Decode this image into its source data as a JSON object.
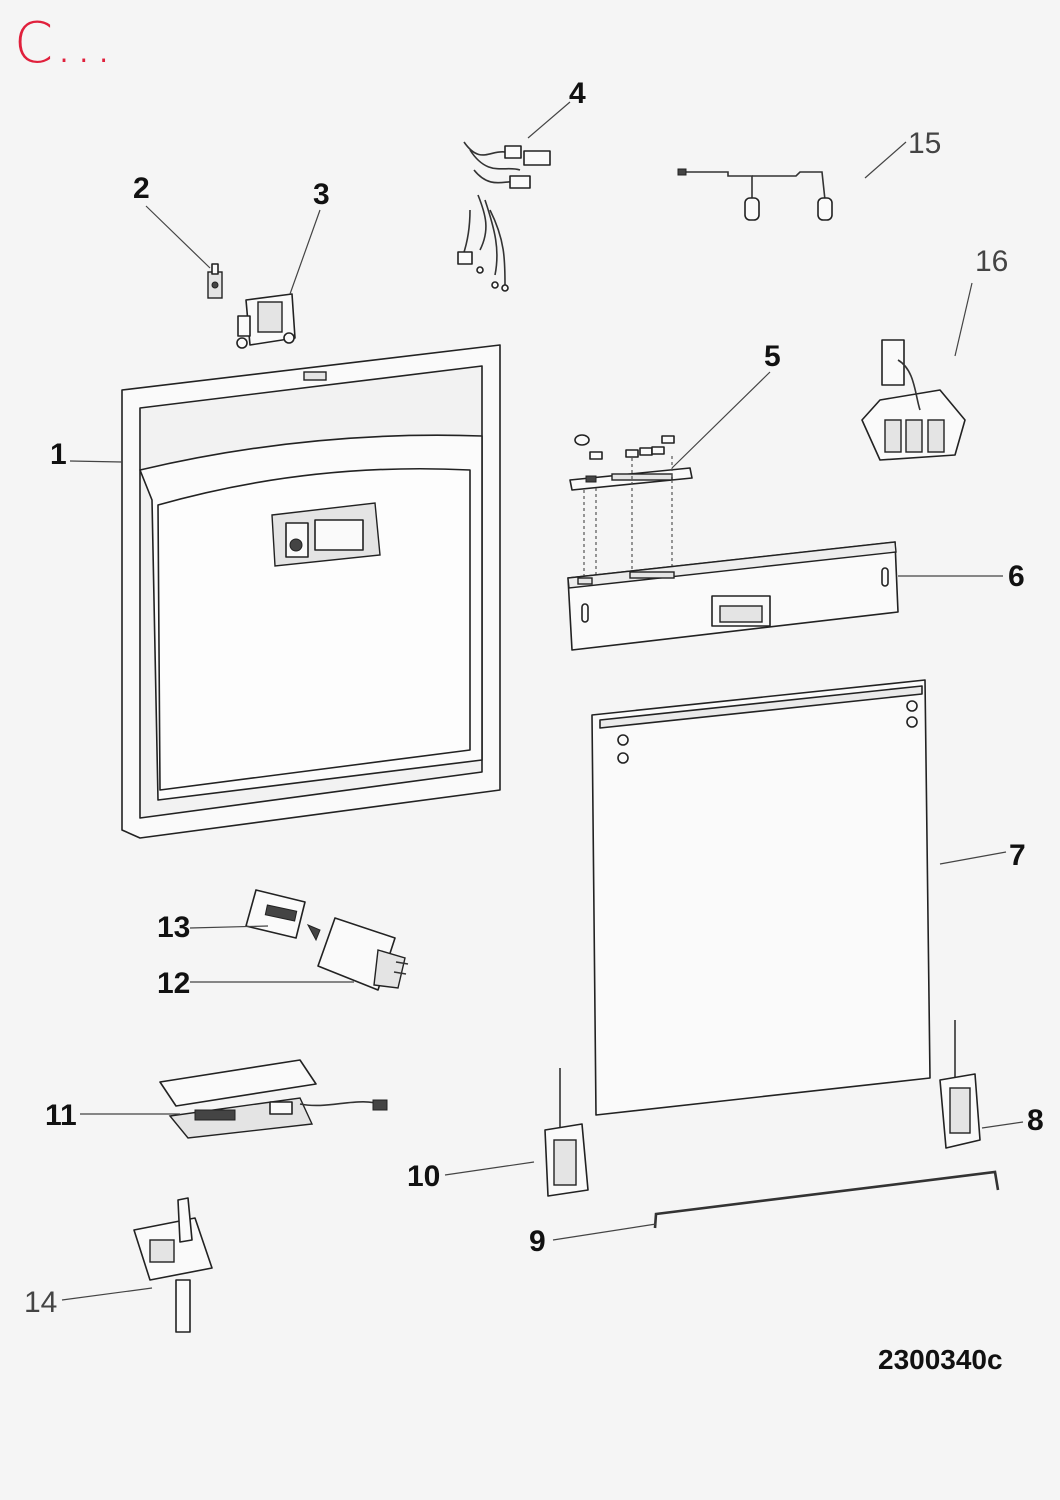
{
  "header": {
    "title": "C...",
    "title_color": "#e0203c"
  },
  "drawing_id": "2300340c",
  "callouts": [
    {
      "id": "1",
      "label": "1",
      "style": "bold"
    },
    {
      "id": "2",
      "label": "2",
      "style": "bold"
    },
    {
      "id": "3",
      "label": "3",
      "style": "bold"
    },
    {
      "id": "4",
      "label": "4",
      "style": "bold"
    },
    {
      "id": "5",
      "label": "5",
      "style": "bold"
    },
    {
      "id": "6",
      "label": "6",
      "style": "bold"
    },
    {
      "id": "7",
      "label": "7",
      "style": "bold"
    },
    {
      "id": "8",
      "label": "8",
      "style": "bold"
    },
    {
      "id": "9",
      "label": "9",
      "style": "bold"
    },
    {
      "id": "10",
      "label": "10",
      "style": "bold"
    },
    {
      "id": "11",
      "label": "11",
      "style": "bold"
    },
    {
      "id": "12",
      "label": "12",
      "style": "bold"
    },
    {
      "id": "13",
      "label": "13",
      "style": "bold"
    },
    {
      "id": "14",
      "label": "14",
      "style": "thin"
    },
    {
      "id": "15",
      "label": "15",
      "style": "thin"
    },
    {
      "id": "16",
      "label": "16",
      "style": "thin"
    }
  ]
}
